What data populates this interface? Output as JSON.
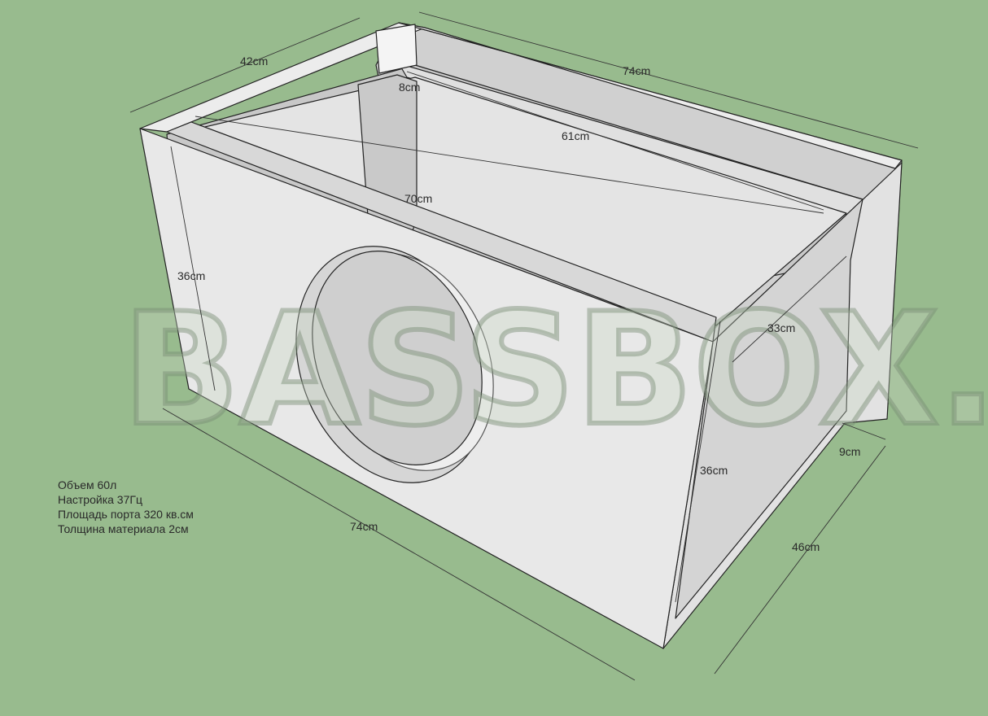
{
  "watermark": "BASSBOX.RU",
  "dimensions": {
    "left_depth": "42cm",
    "top_length": "74cm",
    "port_width": "8cm",
    "port_length": "61cm",
    "inner_length": "70cm",
    "front_height": "36cm",
    "side_inner": "33cm",
    "right_height": "36cm",
    "port_gap": "9cm",
    "bottom_depth": "46cm",
    "bottom_length": "74cm"
  },
  "notes": [
    "Объем 60л",
    "Настройка 37Гц",
    "Площадь порта 320 кв.см",
    "Толщина материала 2см"
  ]
}
